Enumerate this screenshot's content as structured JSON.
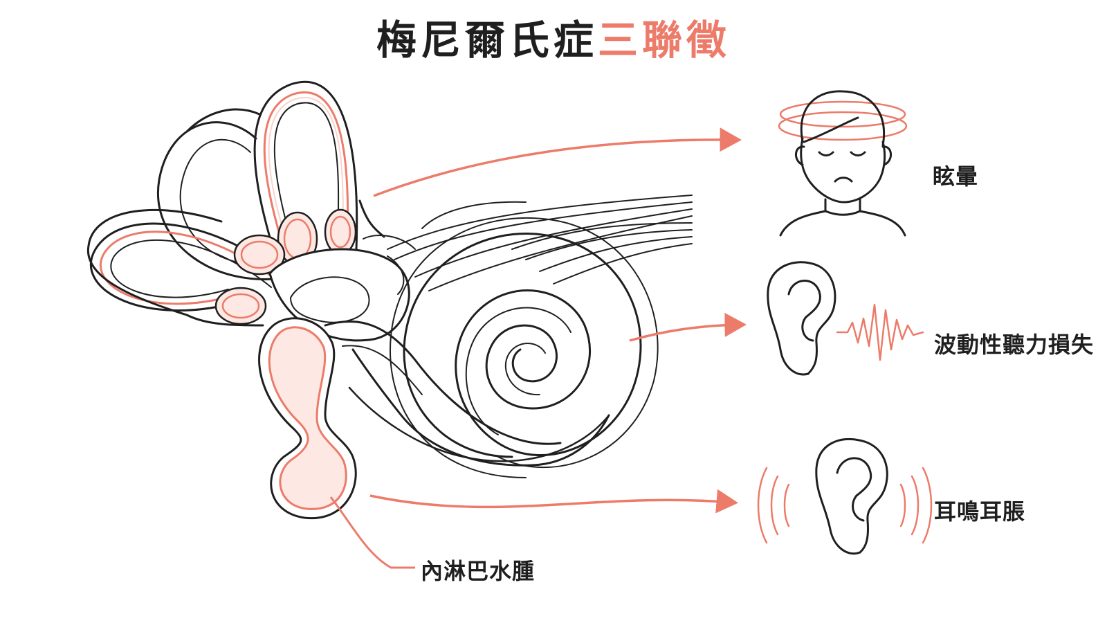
{
  "title": {
    "main": "梅尼爾氏症",
    "accent": "三聯徵"
  },
  "diagram": {
    "cause_label": "內淋巴水腫",
    "symptoms": [
      {
        "id": "vertigo",
        "label": "眩暈",
        "icon": "dizzy-head-icon"
      },
      {
        "id": "hearing_loss",
        "label": "波動性聽力損失",
        "icon": "ear-soundwave-icon"
      },
      {
        "id": "tinnitus",
        "label": "耳鳴耳脹",
        "icon": "ear-ringing-icon"
      }
    ]
  },
  "colors": {
    "accent": "#ec7b69",
    "accent_fill": "#fde8e4",
    "line": "#1f1f1f",
    "background": "#ffffff"
  }
}
